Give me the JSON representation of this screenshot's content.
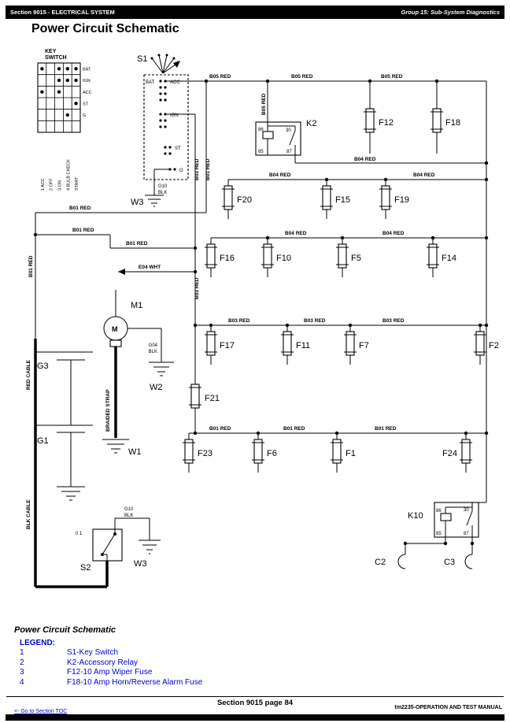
{
  "header": {
    "left": "Section 9015 - ELECTRICAL SYSTEM",
    "right": "Group 15: Sub-System Diagnostics"
  },
  "title": "Power Circuit Schematic",
  "caption": "Power Circuit Schematic",
  "colors": {
    "legend_blue": "#0000CC",
    "header_bar": "#000000",
    "line_black": "#000000"
  },
  "sch": {
    "key": "KEY",
    "switch": "SWITCH",
    "pos": [
      "1 ACC",
      "2 OFF",
      "3 ON",
      "4 BULB CHECK",
      "START"
    ],
    "term": [
      "BAT",
      "IGN",
      "ACC",
      "ST",
      "G"
    ],
    "s1": "S1",
    "bat": "BAT",
    "acc": "ACC",
    "ign": "IGN",
    "st": "ST",
    "g": "G",
    "g10": "G10",
    "g04": "G04",
    "blk": "BLK",
    "w3": "W3",
    "w2": "W2",
    "w1": "W1",
    "b05": "B05 RED",
    "b04": "B04 RED",
    "b03": "B03 RED",
    "b01": "B01 RED",
    "e04": "E04 WHT",
    "k2": "K2",
    "k10": "K10",
    "p86": "86",
    "p30": "30",
    "p85": "85",
    "p87": "87",
    "m1": "M1",
    "m": "M",
    "g3": "G3",
    "g1": "G1",
    "s2": "S2",
    "s2pos": "0 1",
    "c2": "C2",
    "c3": "C3",
    "red_cable": "RED CABLE",
    "blk_cable": "BLK CABLE",
    "strap": "BRAIDED STRAP",
    "f12": "F12",
    "f18": "F18",
    "f20": "F20",
    "f15": "F15",
    "f19": "F19",
    "f16": "F16",
    "f10": "F10",
    "f5": "F5",
    "f14": "F14",
    "f17": "F17",
    "f11": "F11",
    "f7": "F7",
    "f2": "F2",
    "f21": "F21",
    "f23": "F23",
    "f6": "F6",
    "f1": "F1",
    "f24": "F24"
  },
  "legend": {
    "title": "LEGEND:",
    "items": [
      {
        "num": "1",
        "text": "S1-Key Switch"
      },
      {
        "num": "2",
        "text": "K2-Accessory Relay"
      },
      {
        "num": "3",
        "text": "F12-10 Amp Wiper Fuse"
      },
      {
        "num": "4",
        "text": "F18-10 Amp Horn/Reverse Alarm Fuse"
      }
    ]
  },
  "footer": {
    "page": "Section 9015 page 84",
    "toc": "<- Go to Section TOC",
    "manual": "tm2235-OPERATION AND TEST MANUAL"
  }
}
